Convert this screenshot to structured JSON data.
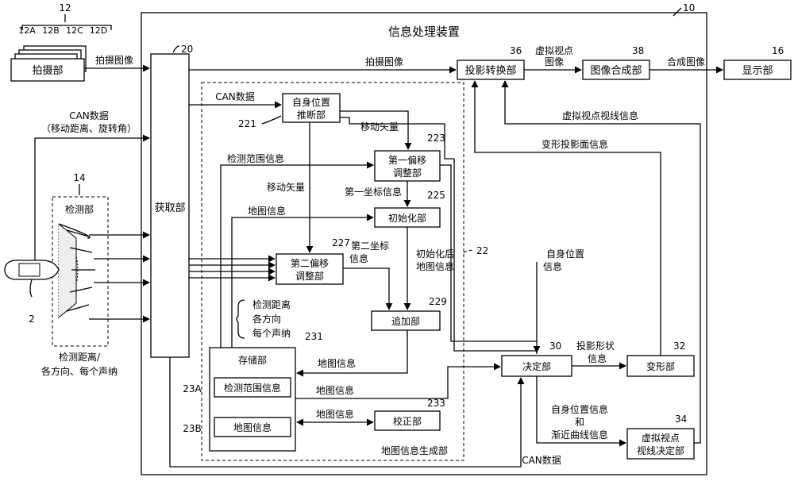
{
  "title": "信息处理装置",
  "refs": {
    "device": "10",
    "camera_group": "12",
    "cam_a": "12A",
    "cam_b": "12B",
    "cam_c": "12C",
    "cam_d": "12D",
    "detector_group": "14",
    "display": "16",
    "acquire": "20",
    "generator": "22",
    "storage_a": "23A",
    "storage_b": "23B",
    "vehicle": "2",
    "self_pos": "221",
    "offset1": "223",
    "init": "225",
    "offset2": "227",
    "add": "229",
    "storage": "231",
    "correct": "233",
    "decide": "30",
    "deform": "32",
    "viewpoint_decider": "34",
    "projection": "36",
    "composite": "38"
  },
  "blocks": {
    "camera": "拍摄部",
    "display": "显示部",
    "acquire": "获取部",
    "projection": "投影转换部",
    "composite": "图像合成部",
    "self_pos_1": "自身位置",
    "self_pos_2": "推断部",
    "offset1_1": "第一偏移",
    "offset1_2": "调整部",
    "init": "初始化部",
    "offset2_1": "第二偏移",
    "offset2_2": "调整部",
    "add": "追加部",
    "storage": "存储部",
    "storage_range": "检测范围信息",
    "storage_map": "地图信息",
    "correct": "校正部",
    "decide": "决定部",
    "deform": "变形部",
    "viewpoint_1": "虚拟视点",
    "viewpoint_2": "视线决定部",
    "detector": "检测部",
    "generator": "地图信息生成部"
  },
  "labels": {
    "shot_image_left": "拍摄图像",
    "shot_image_top": "拍摄图像",
    "virtual_view_image_1": "虚拟视点",
    "virtual_view_image_2": "图像",
    "composite_image": "合成图像",
    "can_data_1": "CAN数据",
    "can_data_2": "（移动距离、旋转角）",
    "can_data_inner": "CAN数据",
    "move_vector_1": "移动矢量",
    "move_vector_2": "移动矢量",
    "detect_range_info": "检测范围信息",
    "first_coord_info": "第一坐标信息",
    "map_info_a": "地图信息",
    "second_coord_1": "第二坐标",
    "second_coord_2": "信息",
    "init_map_1": "初始化后",
    "init_map_2": "地图信息",
    "self_pos_info_1": "自身位置",
    "self_pos_info_2": "信息",
    "virtual_sight_info": "虚拟视点视线信息",
    "deform_proj_info": "变形投影面信息",
    "det_list_1": "检测距离",
    "det_list_2": "各方向",
    "det_list_3": "每个声纳",
    "det_bottom_1": "检测距离/",
    "det_bottom_2": "各方向、每个声纳",
    "map_info_b": "地图信息",
    "map_info_c": "地图信息",
    "map_info_d": "地图信息",
    "proj_shape_1": "投影形状",
    "proj_shape_2": "信息",
    "curve_1": "自身位置信息",
    "curve_2": "和",
    "curve_3": "渐近曲线信息",
    "can_data_bottom": "CAN数据"
  }
}
